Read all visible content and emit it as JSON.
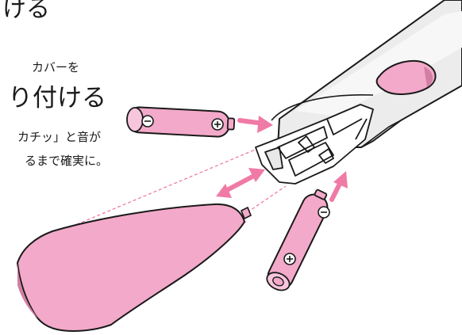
{
  "text": {
    "heading_fragment": "ける",
    "sub_caption": "カバーを",
    "main_instruction": "り付ける",
    "note_line1": "カチッ」と音が",
    "note_line2": "るまで確実に。"
  },
  "icons": {
    "battery_top": "aa-battery-icon",
    "battery_bottom": "aa-battery-icon",
    "plus_symbol": "⊕",
    "minus_symbol": "⊖"
  },
  "colors": {
    "pink_fill": "#f3a9c9",
    "arrow_pink": "#f07aa6",
    "device_gray": "#ececec",
    "outline": "#1a1a1a"
  }
}
